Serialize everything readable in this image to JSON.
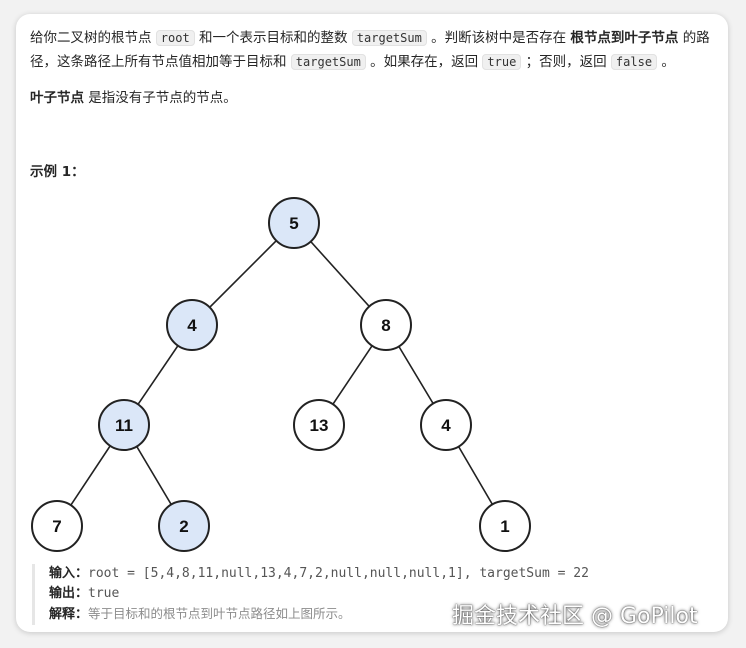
{
  "description": {
    "p1_a": "给你二叉树的根节点 ",
    "code_root": "root",
    "p1_b": " 和一个表示目标和的整数 ",
    "code_targetSum": "targetSum",
    "p1_c": " 。判断该树中是否存在 ",
    "bold_path": "根节点到叶子节点",
    "p1_d": " 的路径，这条路径上所有节点值相加等于目标和 ",
    "code_targetSum2": "targetSum",
    "p1_e": " 。如果存在，返回 ",
    "code_true": "true",
    "p1_f": " ；否则，返回 ",
    "code_false": "false",
    "p1_g": " 。",
    "leaf_bold": "叶子节点",
    "leaf_rest": " 是指没有子节点的节点。"
  },
  "example": {
    "title": "示例 1：",
    "input_label": "输入：",
    "input_value": "root = [5,4,8,11,null,13,4,7,2,null,null,null,1], targetSum = 22",
    "output_label": "输出：",
    "output_value": "true",
    "explain_label": "解释：",
    "explain_value": "等于目标和的根节点到叶节点路径如上图所示。"
  },
  "tree": {
    "highlight_color": "#dbe7f8",
    "normal_color": "#ffffff",
    "nodes": [
      {
        "id": "n5",
        "label": "5",
        "highlight": true
      },
      {
        "id": "n4a",
        "label": "4",
        "highlight": true
      },
      {
        "id": "n8",
        "label": "8",
        "highlight": false
      },
      {
        "id": "n11",
        "label": "11",
        "highlight": true
      },
      {
        "id": "n13",
        "label": "13",
        "highlight": false
      },
      {
        "id": "n4b",
        "label": "4",
        "highlight": false
      },
      {
        "id": "n7",
        "label": "7",
        "highlight": false
      },
      {
        "id": "n2",
        "label": "2",
        "highlight": true
      },
      {
        "id": "n1",
        "label": "1",
        "highlight": false
      }
    ]
  },
  "watermark": "掘金技术社区 @ GoPilot"
}
